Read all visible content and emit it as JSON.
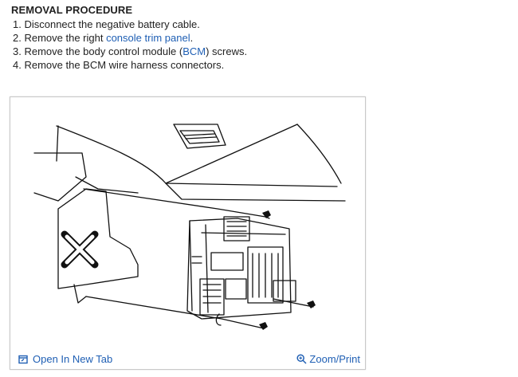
{
  "heading": "REMOVAL PROCEDURE",
  "steps": [
    {
      "num": "1.",
      "pre": "Disconnect the negative battery cable.",
      "link": "",
      "post": ""
    },
    {
      "num": "2.",
      "pre": "Remove the right ",
      "link": "console trim panel",
      "post": "."
    },
    {
      "num": "3.",
      "pre": "Remove the body control module (",
      "link": "BCM",
      "post": ") screws."
    },
    {
      "num": "4.",
      "pre": "Remove the BCM wire harness connectors.",
      "link": "",
      "post": ""
    }
  ],
  "figure": {
    "open_tab_label": "Open In New Tab",
    "zoom_print_label": "Zoom/Print",
    "open_tab_icon": "open-in-new-tab-icon",
    "zoom_icon": "magnifier-plus-icon"
  },
  "colors": {
    "link": "#1f5fb4",
    "text": "#222222",
    "frame_border": "#c8c8c8"
  }
}
